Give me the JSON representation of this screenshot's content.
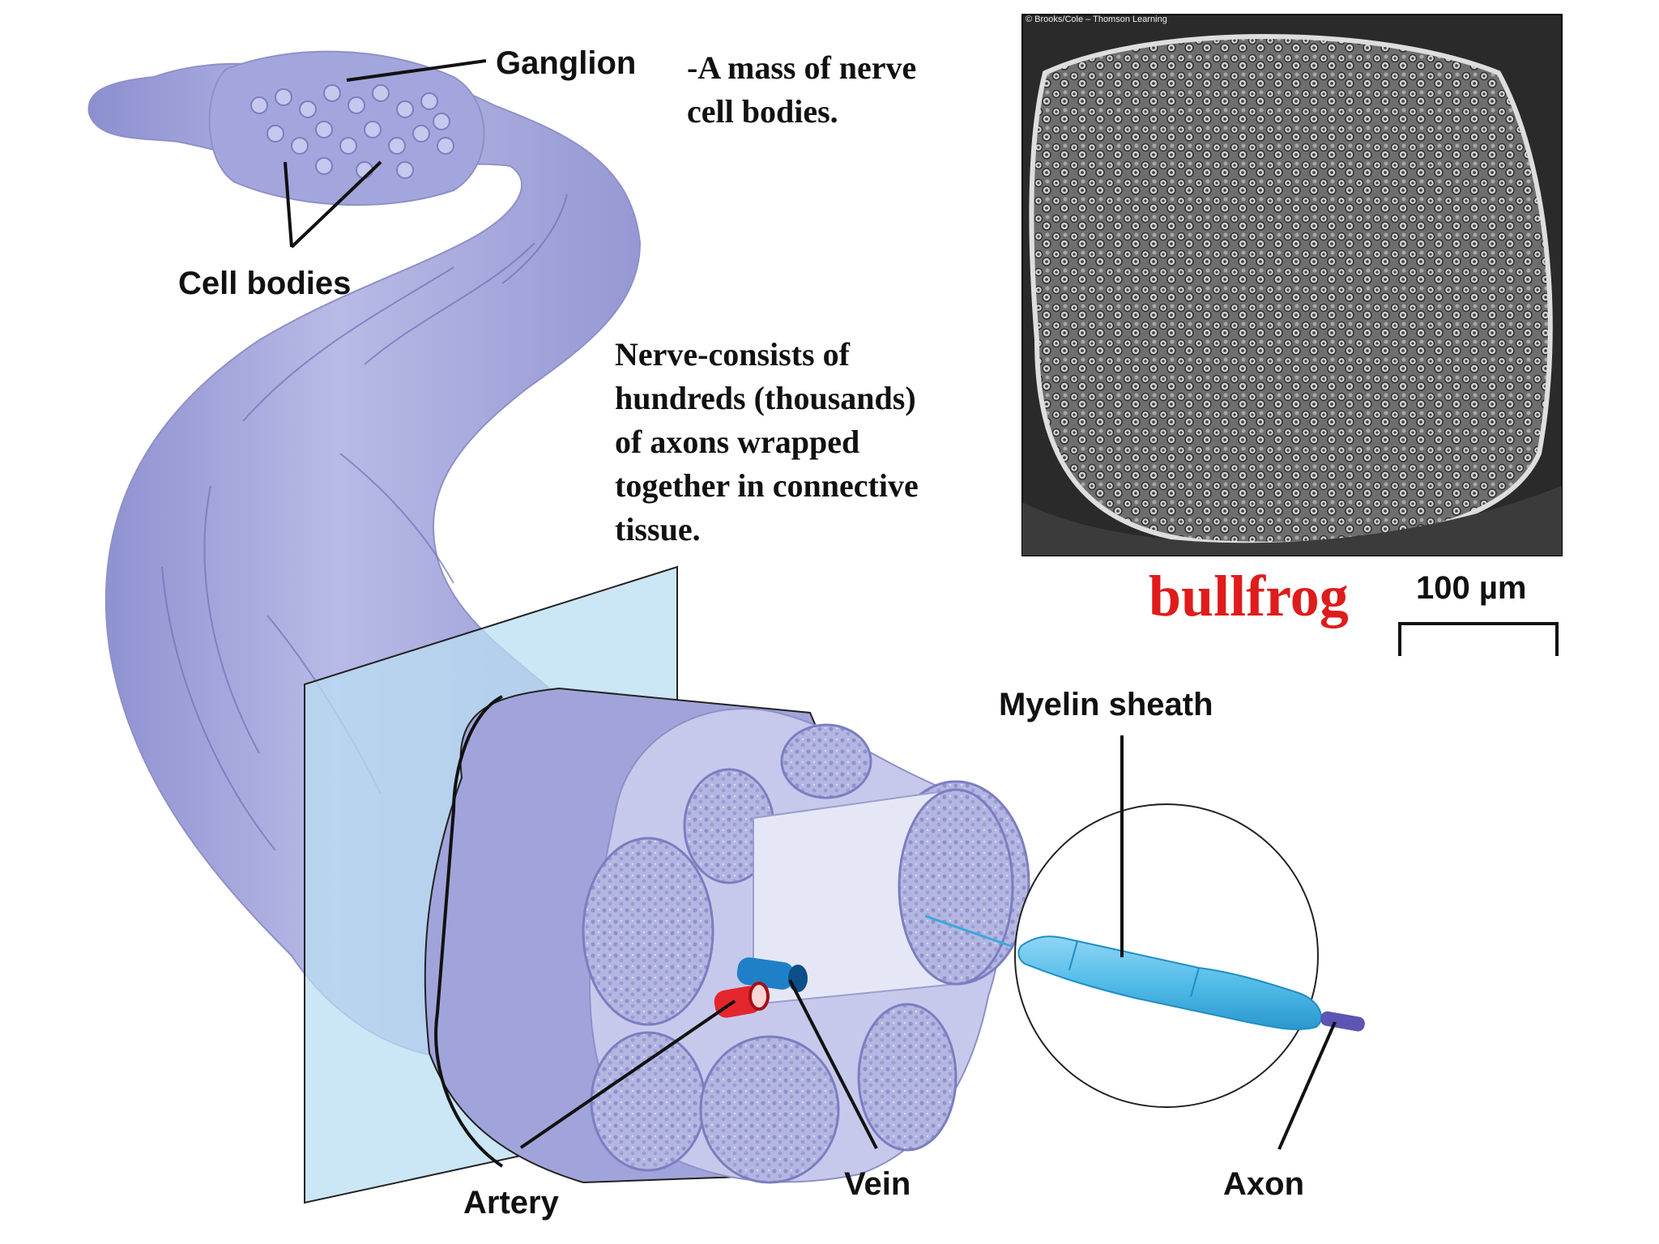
{
  "labels": {
    "ganglion": "Ganglion",
    "cell_bodies": "Cell bodies",
    "myelin_sheath": "Myelin sheath",
    "artery": "Artery",
    "vein": "Vein",
    "axon": "Axon",
    "scale_bar": "100 µm"
  },
  "notes": {
    "ganglion_note": [
      "-A mass of nerve",
      "cell bodies."
    ],
    "nerve_note": [
      "Nerve-consists of",
      "hundreds (thousands)",
      "of axons wrapped",
      "together in connective",
      "tissue."
    ]
  },
  "micrograph": {
    "copyright": "© Brooks/Cole – Thomson Learning",
    "caption": "bullfrog"
  },
  "colors": {
    "nerve_body": "#a5a8dc",
    "nerve_dark": "#7e80bf",
    "plane": "#b9ddf2",
    "myelin": "#53bce8",
    "axon": "#5b55b3",
    "artery": "#e4262c",
    "vein": "#1f80c8",
    "caption_red": "#e01b1b"
  }
}
